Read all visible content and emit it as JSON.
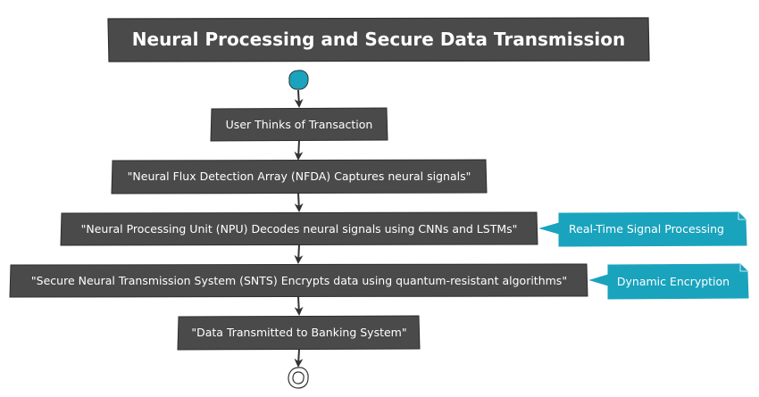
{
  "title": "Neural Processing and Secure Data Transmission",
  "steps": [
    "User Thinks of Transaction",
    "\"Neural Flux Detection Array (NFDA) Captures neural signals\"",
    "\"Neural Processing Unit (NPU) Decodes neural signals using CNNs and LSTMs\"",
    "\"Secure Neural Transmission System (SNTS) Encrypts data using quantum-resistant algorithms\"",
    "\"Data Transmitted to Banking System\""
  ],
  "notes": [
    "Real-Time Signal Processing",
    "Dynamic Encryption"
  ],
  "colors": {
    "box_fill": "#4a4a4a",
    "box_stroke": "#2e2e2e",
    "accent": "#1aa3bd",
    "arrow": "#333333",
    "text": "#ffffff"
  }
}
